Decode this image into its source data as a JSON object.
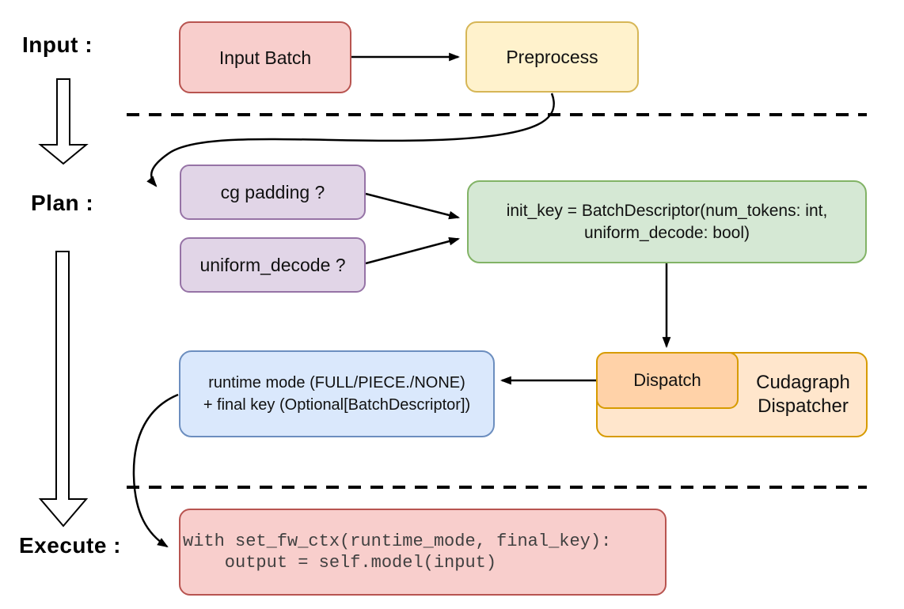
{
  "diagram": {
    "section_labels": {
      "input": "Input :",
      "plan": "Plan :",
      "execute": "Execute :"
    },
    "nodes": {
      "input_batch": {
        "label": "Input Batch"
      },
      "preprocess": {
        "label": "Preprocess"
      },
      "cg_padding": {
        "label": "cg padding ?"
      },
      "uniform_decode": {
        "label": "uniform_decode ?"
      },
      "init_key": {
        "line1": "init_key = BatchDescriptor(num_tokens: int,",
        "line2": "uniform_decode: bool)"
      },
      "runtime_mode": {
        "line1": "runtime mode (FULL/PIECE./NONE)",
        "line2": "+ final key (Optional[BatchDescriptor])"
      },
      "dispatch": {
        "label": "Dispatch"
      },
      "cudagraph_dispatcher": {
        "line1": "Cudagraph",
        "line2": "Dispatcher"
      },
      "execute_code": {
        "line1": "with set_fw_ctx(runtime_mode, final_key):",
        "line2": "    output = self.model(input)"
      }
    },
    "colors": {
      "red_fill": "#f8cecc",
      "red_stroke": "#b85450",
      "yellow_fill": "#fff2cc",
      "yellow_stroke": "#d6b656",
      "purple_fill": "#e1d5e7",
      "purple_stroke": "#9673a6",
      "green_fill": "#d5e8d4",
      "green_stroke": "#82b366",
      "orange_fill": "#ffe6cc",
      "orange_stroke": "#d79b00",
      "dispatch_fill": "#ffd2a8",
      "blue_fill": "#dae8fc",
      "blue_stroke": "#6c8ebf",
      "connector": "#000000"
    }
  }
}
